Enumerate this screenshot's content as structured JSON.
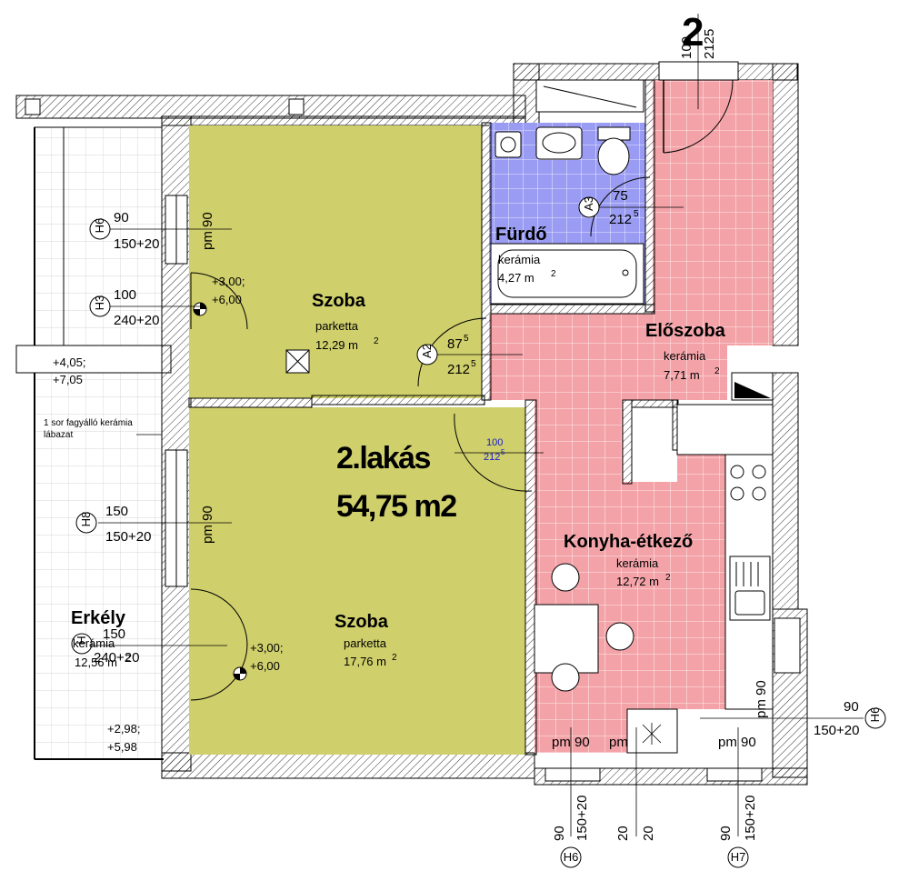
{
  "apartment": {
    "name": "2.lakás",
    "area": "54,75 m2",
    "number": "2"
  },
  "rooms": {
    "szoba_top": {
      "name": "Szoba",
      "floor": "parketta",
      "area": "12,29 m",
      "area_exp": "2"
    },
    "szoba_bottom": {
      "name": "Szoba",
      "floor": "parketta",
      "area": "17,76 m",
      "area_exp": "2"
    },
    "furdo": {
      "name": "Fürdő",
      "floor": "kerámia",
      "area": "4,27 m",
      "area_exp": "2"
    },
    "eloszoba": {
      "name": "Előszoba",
      "floor": "kerámia",
      "area": "7,71 m",
      "area_exp": "2"
    },
    "konyha": {
      "name": "Konyha-étkező",
      "floor": "kerámia",
      "area": "12,72 m",
      "area_exp": "2"
    },
    "erkely": {
      "name": "Erkély",
      "floor": "kerámia",
      "area": "12,56 m",
      "area_exp": "2"
    }
  },
  "openings": {
    "h6_left": {
      "tag": "H6",
      "width": "90",
      "height": "150+20"
    },
    "h3": {
      "tag": "H3",
      "width": "100",
      "height": "240+20"
    },
    "h8": {
      "tag": "H8",
      "width": "150",
      "height": "150+20"
    },
    "h_balcony": {
      "tag": "H",
      "width": "150",
      "height": "240+20"
    },
    "h6_right": {
      "tag": "H6",
      "width": "90",
      "height": "150+20"
    },
    "h6_bottom": {
      "tag": "H6",
      "width": "90",
      "height": "150+20"
    },
    "h7_bottom": {
      "tag": "H7",
      "width": "90",
      "height": "150+20"
    },
    "mid_bottom": {
      "width": "20",
      "height": "20"
    },
    "entry_top": {
      "width": "100",
      "height": "2125"
    }
  },
  "doors": {
    "a2": {
      "tag": "A2",
      "width": "87",
      "width_exp": "5",
      "height": "212",
      "height_exp": "5"
    },
    "a3": {
      "tag": "A3",
      "width": "75",
      "height": "212",
      "height_exp": "5"
    },
    "inner": {
      "width": "100",
      "height": "212",
      "height_exp": "5"
    }
  },
  "levels": {
    "top": {
      "a": "+3,00;",
      "b": "+6,00"
    },
    "mid": {
      "a": "+3,00;",
      "b": "+6,00"
    },
    "balcony_top": {
      "a": "+4,05;",
      "b": "+7,05"
    },
    "balcony_bottom": {
      "a": "+2,98;",
      "b": "+5,98"
    }
  },
  "parapets": {
    "pm": "pm 90",
    "pm_short": "pm"
  },
  "notes": {
    "plinth_line1": "1 sor fagyálló kerámia",
    "plinth_line2": "lábazat"
  },
  "colors": {
    "room_olive": "#cfcf6c",
    "room_pink": "#f3a3a8",
    "room_blue": "#9a9cf3",
    "wall": "#ffffff",
    "line": "#000000"
  }
}
